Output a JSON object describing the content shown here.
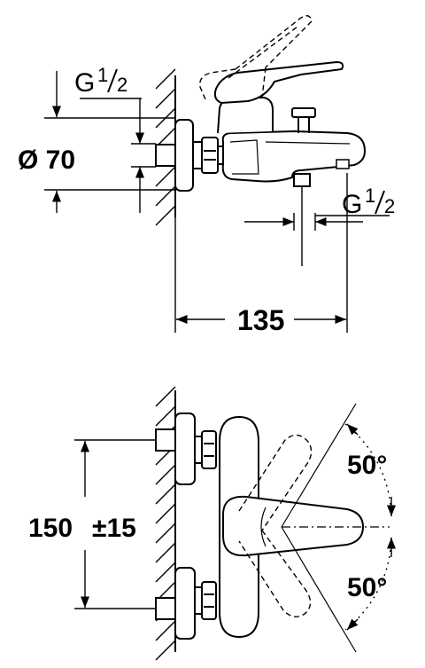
{
  "top_view": {
    "inlet_thread": {
      "prefix": "G",
      "num": "1",
      "den": "2"
    },
    "diameter": "Ø 70",
    "outlet_thread": {
      "prefix": "G",
      "num": "1",
      "den": "2"
    },
    "projection": "135"
  },
  "front_view": {
    "center_distance": "150",
    "tolerance": "±15",
    "angle_up": "50°",
    "angle_down": "50°"
  }
}
